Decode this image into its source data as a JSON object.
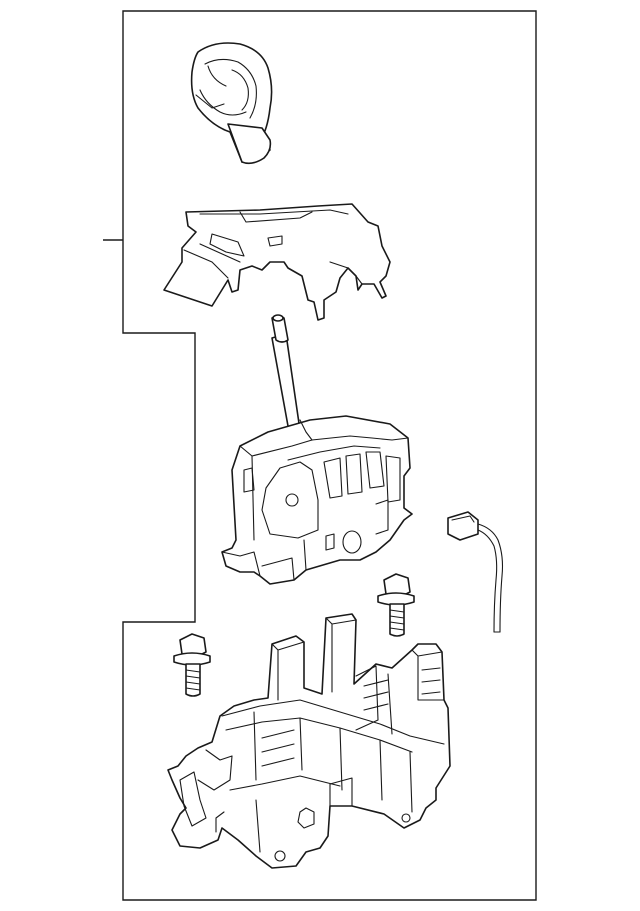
{
  "diagram": {
    "parts": [
      {
        "icon": "shift-knob"
      },
      {
        "icon": "console-trim-plate"
      },
      {
        "icon": "shifter-assembly"
      },
      {
        "icon": "wiring-harness-connector"
      },
      {
        "icon": "mounting-bolt"
      },
      {
        "icon": "mounting-bolt"
      },
      {
        "icon": "shifter-base-bracket"
      }
    ]
  }
}
